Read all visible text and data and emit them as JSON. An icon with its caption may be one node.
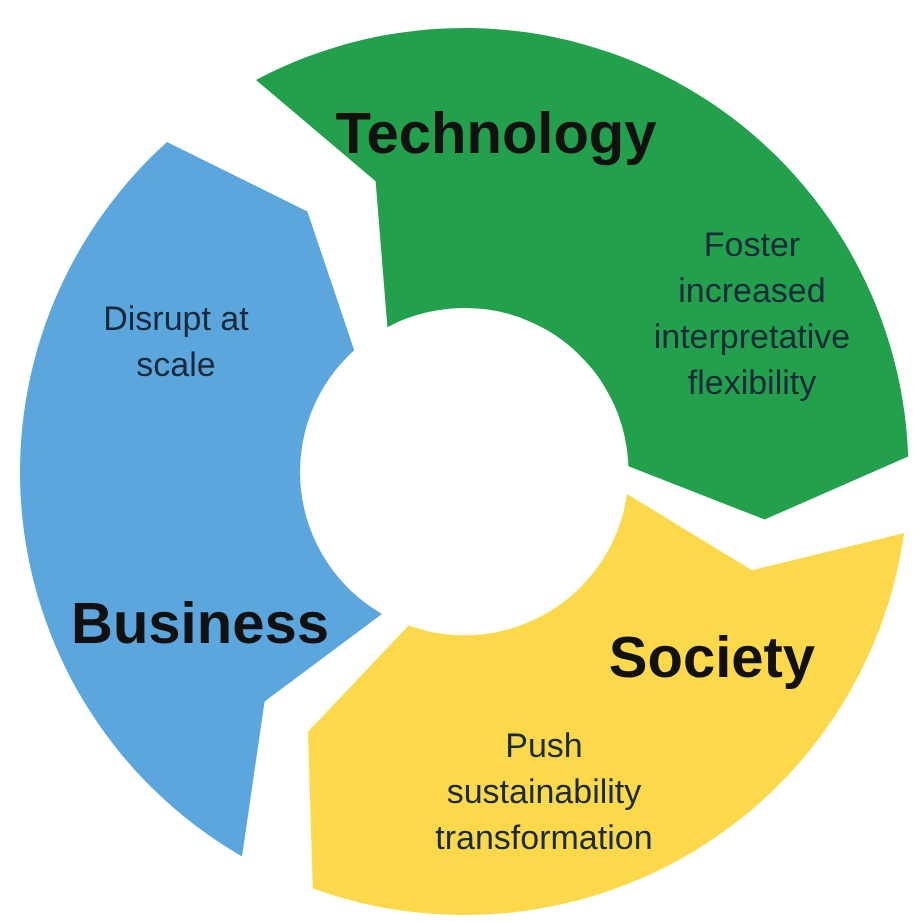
{
  "diagram": {
    "nodes": [
      {
        "text": [
          "Technology",
          "Foster increased interpretative flexibility"
        ]
      },
      {
        "text": [
          "Society",
          "Push sustainability transformation"
        ]
      },
      {
        "text": [
          "Disrupt at scale",
          "Business"
        ]
      }
    ]
  }
}
